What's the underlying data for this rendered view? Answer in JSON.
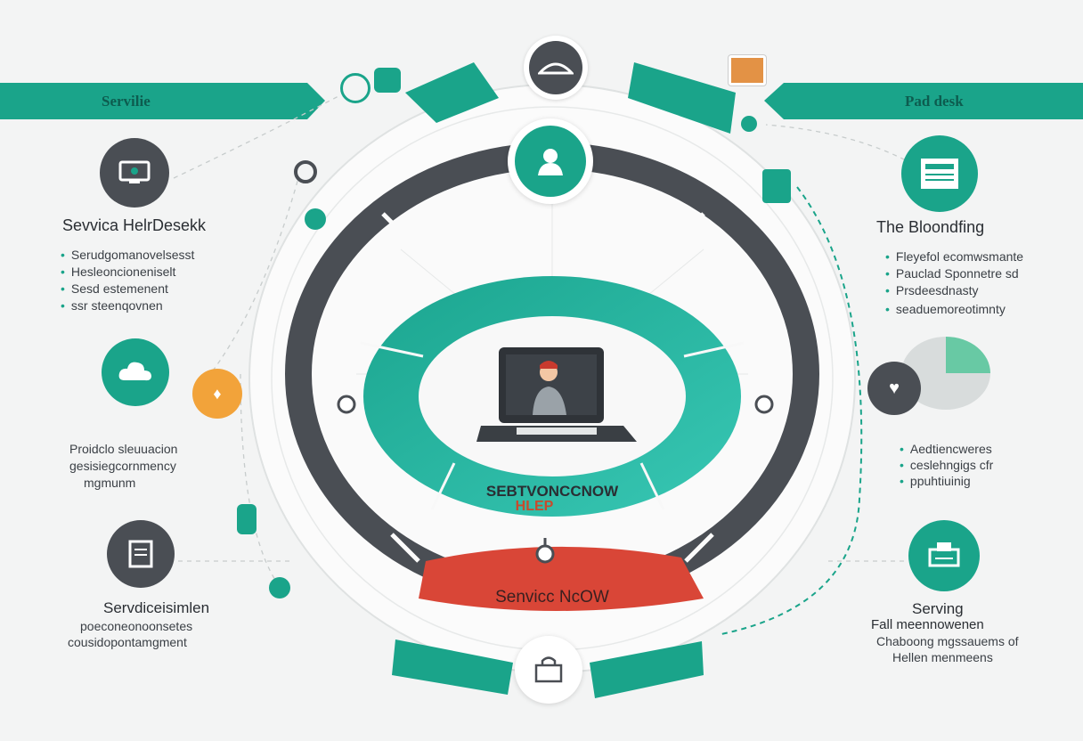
{
  "banners": {
    "left": "Servilie",
    "right": "Pad desk"
  },
  "left_panels": [
    {
      "icon": "monitor-icon",
      "title": "Sevvica HelrDesekk",
      "bullets": [
        "Serudgomanovelsesst",
        "Hesleoncioneniselt",
        "Sesd estemenent",
        "ssr steenqovnen"
      ]
    },
    {
      "icon": "cloud-icon",
      "paragraph": [
        "Proidclo sleuuacion",
        "gesisiegcornmency",
        "mgmunm"
      ]
    },
    {
      "icon": "document-icon",
      "paragraph": [
        "Servdiceisimlen",
        "poeconeonoonsetes",
        "cousidopontamgment"
      ]
    }
  ],
  "right_panels": [
    {
      "icon": "window-icon",
      "title": "The Bloondfing",
      "bullets": [
        "Fleyefol ecomwsmante",
        "Pauclad Sponnetre sd",
        "Prsdeesdnasty",
        "seaduemoreotimnty"
      ]
    },
    {
      "icon": "heart-icon",
      "bullets": [
        "Aedtiencweres",
        "ceslehngigs cfr",
        "ppuhtiuinig"
      ]
    },
    {
      "icon": "printer-icon",
      "paragraph": [
        "Serving",
        "Fall meennowenen",
        "Chaboong mgssauems of",
        "Hellen menmeens"
      ]
    }
  ],
  "center": {
    "label": "SEBTVONCCNOW",
    "sub": "HLEP",
    "bottom_label": "Senvicc NcOW",
    "keyboard": "▌▌▌▌▌▌▌▌▌▌"
  },
  "colors": {
    "teal": "#1aa48a",
    "teal_light": "#2bbfa9",
    "dark": "#4a4e54",
    "red": "#d94637",
    "orange": "#f2a33a"
  }
}
